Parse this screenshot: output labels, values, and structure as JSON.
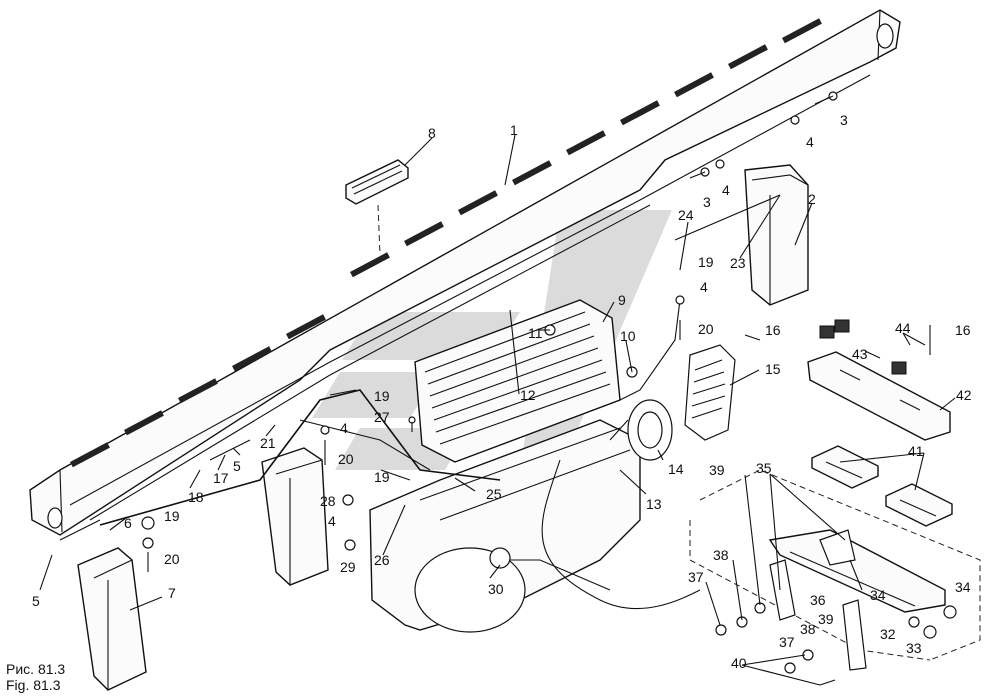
{
  "figure": {
    "caption_ru": "Рис. 81.3",
    "caption_en": "Fig. 81.3"
  },
  "callouts": [
    "1",
    "2",
    "3",
    "3",
    "4",
    "4",
    "4",
    "4",
    "4",
    "5",
    "5",
    "6",
    "7",
    "8",
    "9",
    "10",
    "11",
    "12",
    "13",
    "14",
    "15",
    "16",
    "16",
    "17",
    "18",
    "19",
    "19",
    "19",
    "19",
    "20",
    "20",
    "20",
    "21",
    "23",
    "24",
    "25",
    "26",
    "27",
    "28",
    "29",
    "30",
    "32",
    "33",
    "34",
    "34",
    "35",
    "36",
    "37",
    "37",
    "38",
    "38",
    "39",
    "39",
    "40",
    "41",
    "42",
    "43",
    "44"
  ],
  "watermark": {
    "description": "grey chevron watermark",
    "color": "#c9c9c9"
  }
}
